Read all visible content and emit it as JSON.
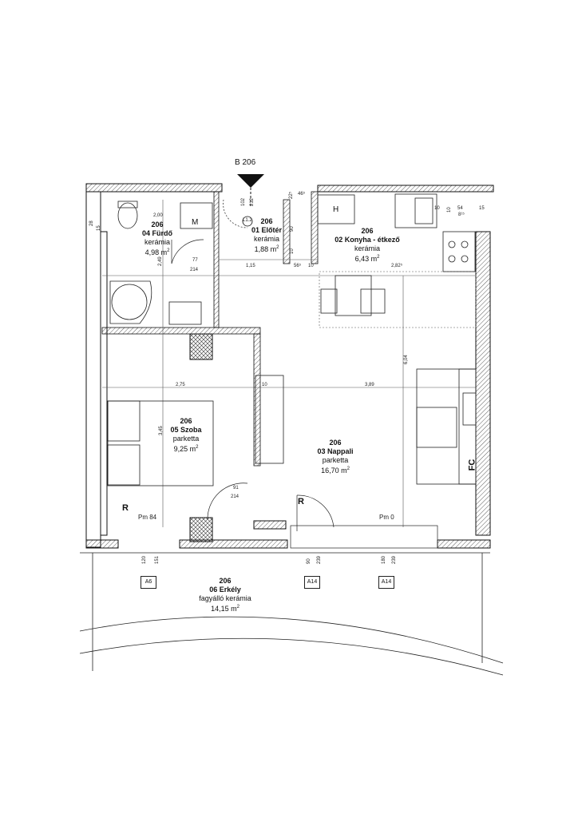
{
  "section_marker": {
    "label": "B 206"
  },
  "rooms": [
    {
      "id": "furdo",
      "number": "206",
      "name": "04 Fürdő",
      "material": "kerámia",
      "area": "4,98 m",
      "sup": "2"
    },
    {
      "id": "eloter",
      "number": "206",
      "name": "01 Előtér",
      "material": "kerámia",
      "area": "1,88 m",
      "sup": "2"
    },
    {
      "id": "konyha",
      "number": "206",
      "name": "02 Konyha - étkező",
      "material": "kerámia",
      "area": "6,43 m",
      "sup": "2"
    },
    {
      "id": "szoba",
      "number": "206",
      "name": "05 Szoba",
      "material": "parketta",
      "area": "9,25 m",
      "sup": "2"
    },
    {
      "id": "nappali",
      "number": "206",
      "name": "03 Nappali",
      "material": "parketta",
      "area": "16,70 m",
      "sup": "2"
    },
    {
      "id": "erkely",
      "number": "206",
      "name": "06 Erkély",
      "material": "fagyálló kerámia",
      "area": "14,15 m",
      "sup": "2"
    }
  ],
  "symbols": {
    "m": "M",
    "h": "H",
    "r": "R",
    "fc": "FC",
    "l12": "L1.2"
  },
  "levels": {
    "pm84": "Pm 84",
    "pm0": "Pm 0"
  },
  "window_tags": [
    "A6",
    "A14",
    "A14"
  ],
  "dims": {
    "d200": "2,00",
    "d249": "2,49",
    "d77": "77",
    "d214a": "214",
    "d115": "1,15",
    "d565": "56⁵",
    "d10a": "10",
    "d282": "2,82⁵",
    "d604": "6,04",
    "d275": "2,75",
    "d10b": "10",
    "d389": "3,89",
    "d345": "3,45",
    "d91": "91",
    "d214b": "214",
    "d120": "120",
    "d151": "151",
    "d90": "90",
    "d239a": "239",
    "d180": "180",
    "d239b": "239",
    "d102": "102",
    "d212": "212",
    "d465": "46⁵",
    "d225": "22⁵",
    "d90b": "90",
    "d10c": "10",
    "d10d": "10",
    "d54": "54",
    "d15": "15",
    "d10e": "10",
    "d815": "8¹⁵",
    "d28": "28",
    "d15b": "15"
  }
}
